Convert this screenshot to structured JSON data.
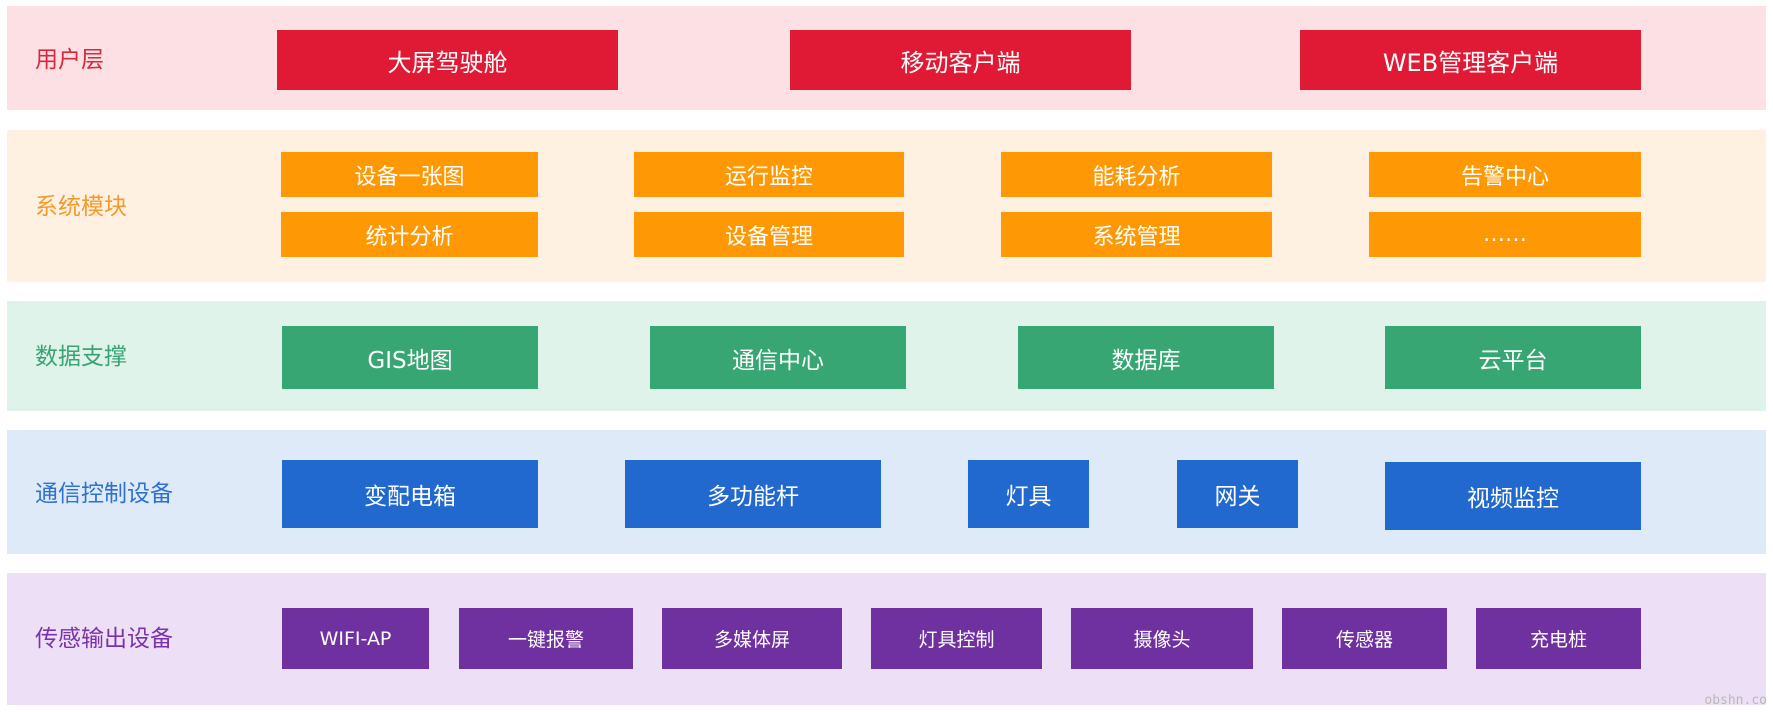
{
  "layers": {
    "user": {
      "label": "用户层",
      "items": [
        "大屏驾驶舱",
        "移动客户端",
        "WEB管理客户端"
      ]
    },
    "modules": {
      "label": "系统模块",
      "items": [
        "设备一张图",
        "运行监控",
        "能耗分析",
        "告警中心",
        "统计分析",
        "设备管理",
        "系统管理",
        "……"
      ]
    },
    "data": {
      "label": "数据支撑",
      "items": [
        "GIS地图",
        "通信中心",
        "数据库",
        "云平台"
      ]
    },
    "comm": {
      "label": "通信控制设备",
      "items": [
        "变配电箱",
        "多功能杆",
        "灯具",
        "网关",
        "视频监控"
      ]
    },
    "sensor": {
      "label": "传感输出设备",
      "items": [
        "WIFI-AP",
        "一键报警",
        "多媒体屏",
        "灯具控制",
        "摄像头",
        "传感器",
        "充电桩"
      ]
    }
  },
  "colors": {
    "user": "#e01a35",
    "modules": "#ff9805",
    "data": "#37a673",
    "comm": "#2169cf",
    "sensor": "#7031a0"
  },
  "watermark": "obshn.co"
}
